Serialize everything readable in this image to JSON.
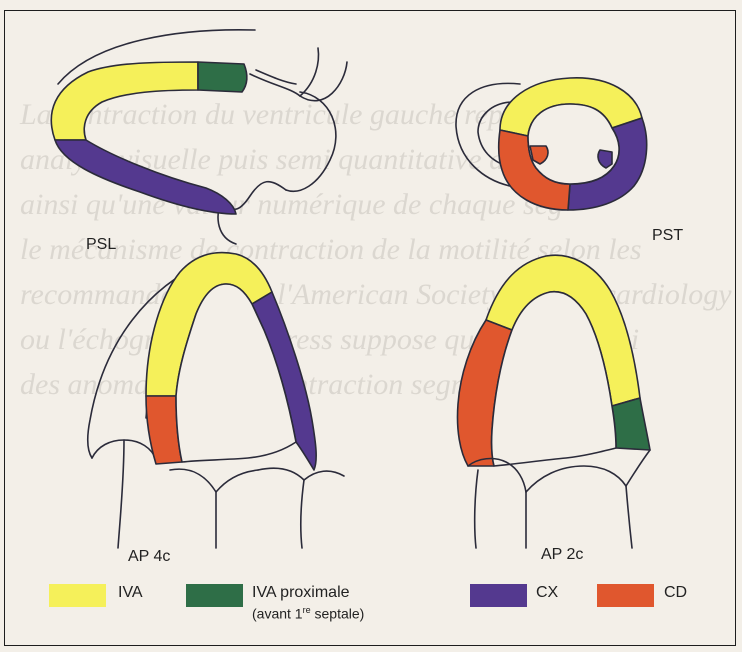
{
  "background_text": [
    "La contraction du ventricule gauche représentée",
    "analyse visuelle puis semi quantitative de la f",
    "ainsi qu'une valeur numérique de chaque seg",
    "le mécanisme de contraction de la motilité selon les",
    "recommandations de l'American Society of Echocardiology",
    "ou l'échographie de stress suppose que l'on détermi",
    "des anomalies de la contraction segmentaire"
  ],
  "views": {
    "psl": "PSL",
    "pst": "PST",
    "ap4c": "AP 4c",
    "ap2c": "AP 2c"
  },
  "legend": {
    "iva": "IVA",
    "iva_proximale": "IVA proximale",
    "iva_proximale_note_prefix": "(avant 1",
    "iva_proximale_note_sup": "re",
    "iva_proximale_note_suffix": " septale)",
    "cx": "CX",
    "cd": "CD"
  },
  "colors": {
    "iva": "#f5f05a",
    "iva_proximale": "#2e6e47",
    "cx": "#54398f",
    "cd": "#e0572e",
    "outline": "#2b2b3a"
  }
}
